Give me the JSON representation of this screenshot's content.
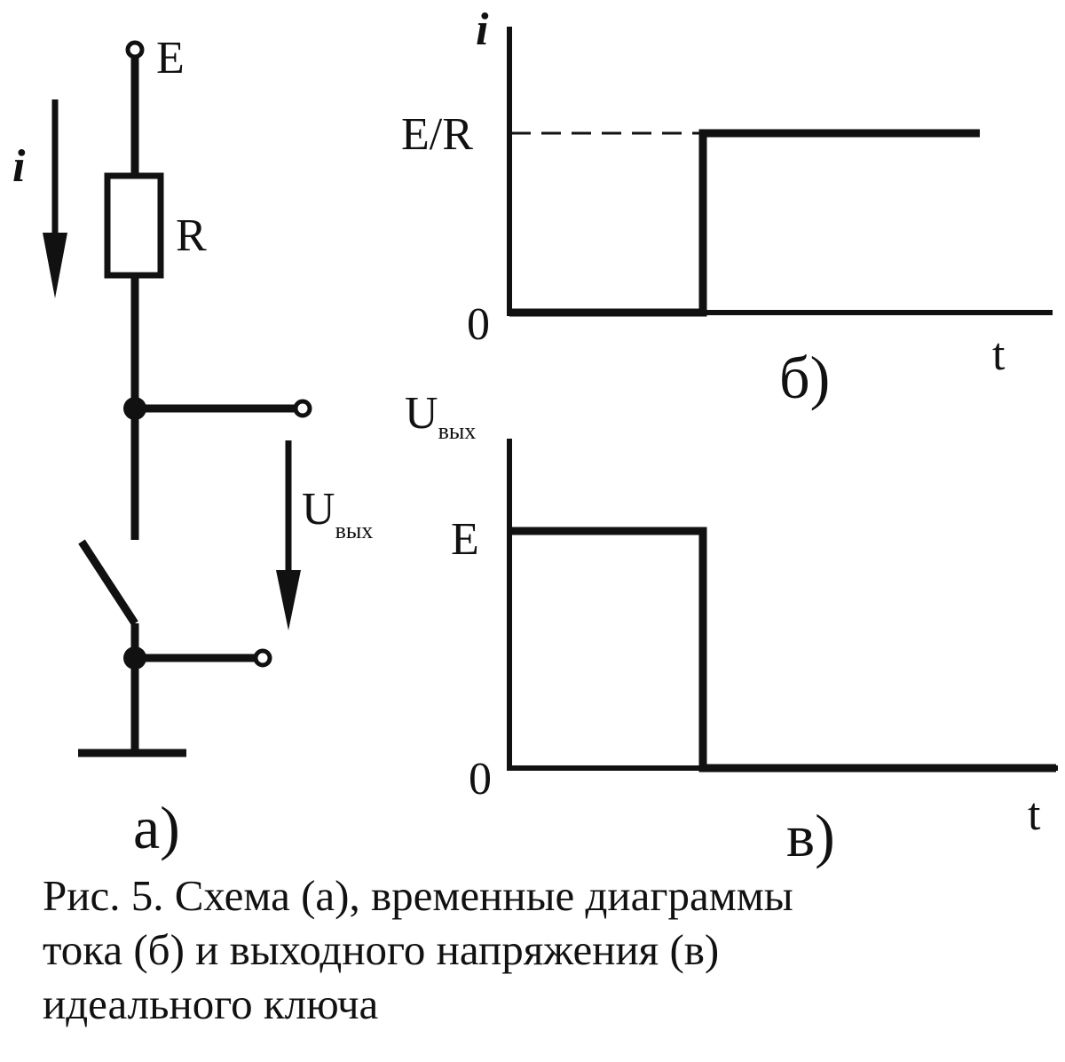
{
  "circuit": {
    "supply_label": "E",
    "current_label": "i",
    "resistor_label": "R",
    "output_label_main": "U",
    "output_label_sub": "вых",
    "panel_label": "а)"
  },
  "current_diagram": {
    "y_axis_label": "i",
    "level_label": "E/R",
    "zero_label": "0",
    "x_axis_label": "t",
    "panel_label": "б)"
  },
  "voltage_diagram": {
    "y_axis_label_main": "U",
    "y_axis_label_sub": "вых",
    "level_label": "E",
    "zero_label": "0",
    "x_axis_label": "t",
    "panel_label": "в)"
  },
  "chart_data": [
    {
      "type": "line",
      "title": "",
      "xlabel": "t",
      "ylabel": "i",
      "y_tick_labels": [
        "0",
        "E/R"
      ],
      "series": [
        {
          "points": [
            [
              "t0",
              "0"
            ],
            [
              "t_switch",
              "0"
            ],
            [
              "t_switch",
              "E/R"
            ],
            [
              "t_end",
              "E/R"
            ]
          ]
        }
      ],
      "guides": [
        {
          "kind": "dashed-horizontal",
          "level": "E/R"
        }
      ]
    },
    {
      "type": "line",
      "title": "",
      "xlabel": "t",
      "ylabel": "Uвых",
      "y_tick_labels": [
        "0",
        "E"
      ],
      "series": [
        {
          "points": [
            [
              "t0",
              "E"
            ],
            [
              "t_switch",
              "E"
            ],
            [
              "t_switch",
              "0"
            ],
            [
              "t_end",
              "0"
            ]
          ]
        }
      ]
    }
  ],
  "caption": {
    "line1": "Рис. 5.  Схема (а), временные диаграммы",
    "line2": "тока (б) и выходного напряжения (в)",
    "line3": "идеального ключа"
  }
}
